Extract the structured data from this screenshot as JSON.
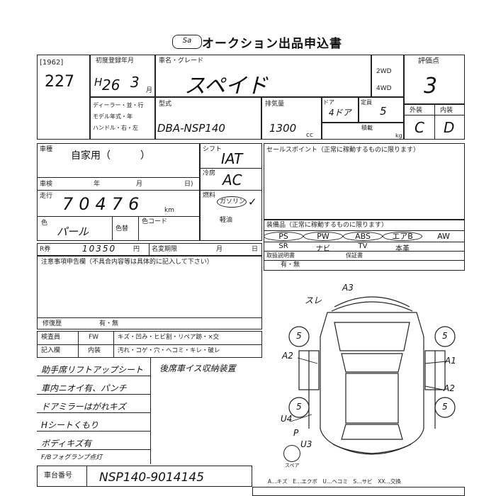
{
  "header": {
    "logo_text": "Sa",
    "title": "オークション出品申込書"
  },
  "row1": {
    "lot_small": "[1962]",
    "lot_number": "227",
    "reg_label": "初度登録年月",
    "reg_era": "H",
    "reg_year": "26",
    "reg_month": "3",
    "reg_month_unit": "月",
    "name_label": "車名・グレード",
    "car_name": "スペイド",
    "drive_2wd": "2WD",
    "drive_4wd": "4WD",
    "score_label": "評価点",
    "score": "3"
  },
  "row2": {
    "dealer_label": "ディーラー・並・行",
    "model_year_label": "モデル年式・年",
    "handle_label": "ハンドル・右・左",
    "model_label": "型式",
    "model": "DBA-NSP140",
    "cc_label": "排気量",
    "cc": "1300",
    "cc_unit": "cc",
    "doors_label": "ドア",
    "doors": "4ドア",
    "capacity_label": "定員",
    "capacity": "5",
    "weight_label": "積載",
    "weight_unit": "kg",
    "ext_label": "外装",
    "int_label": "内装",
    "ext_grade": "C",
    "int_grade": "D"
  },
  "left": {
    "use_label": "車種",
    "use_value": "自家用（　　　）",
    "inspection_label": "車検",
    "inspection_year": "年",
    "inspection_month": "月",
    "inspection_day": "日)",
    "mileage_label": "走行",
    "mileage": "70476",
    "mileage_unit": "km",
    "color_label": "色",
    "color_value": "パール",
    "color_change_label": "色替",
    "color_code_label": "色コード",
    "recycle_label": "R券",
    "recycle_value": "10350",
    "recycle_unit": "円",
    "name_change_label": "名変期限",
    "name_change_month": "月",
    "name_change_day": "日"
  },
  "mid": {
    "shift_label": "シフト",
    "shift": "IAT",
    "aircon_label": "冷房",
    "aircon": "AC",
    "fuel_label": "燃料",
    "fuel": "ガソリン",
    "diesel": "軽油",
    "fuel_mark": "✓"
  },
  "sales_point_label": "セールスポイント（正常に稼動するものに限ります）",
  "equipment": {
    "label": "装備品（正常に稼動するものに限ります）",
    "row1": [
      "PS",
      "PW",
      "ABS",
      "エアB",
      "AW"
    ],
    "row2": [
      "SR",
      "ナビ",
      "TV",
      "本革"
    ],
    "owner_label": "取扱説明書",
    "owner_value": "有・無",
    "warranty_label": "保証書"
  },
  "notes": {
    "label": "注意事項申告欄（不具合内容等は具体的に記入して下さい）",
    "record_label": "修復歴",
    "record_value": "有・無",
    "check_label": "検査員",
    "entry_label": "記入欄",
    "fw": "FW",
    "interior": "内装",
    "damage_row1": "キズ・凹み・ヒビ割・リペア跡・×交",
    "damage_row2": "汚れ・コゲ・穴・ヘコミ・キレ・破レ"
  },
  "handwritten": {
    "line1": "助手席リフトアップシート",
    "line2": "車内ニオイ有、パンチ",
    "line3": "ドアミラーはがれキズ",
    "line4": "Hシートくもり",
    "line5": "ボディキズ有",
    "line6": "F/Bフォグランプ点灯",
    "right_note": "後席車イス収納装置"
  },
  "chassis": {
    "label": "車台番号",
    "value": "NSP140-9014145"
  },
  "diagram": {
    "marks": [
      "A3",
      "スレ",
      "A1",
      "A2",
      "A2",
      "U4",
      "U3",
      "P",
      "5",
      "5",
      "5",
      "5"
    ],
    "front_mark": "スペア"
  },
  "footer": {
    "legend": "A…キズ　E…エクボ　U…ヘコミ　S…サビ　XX…交換"
  }
}
